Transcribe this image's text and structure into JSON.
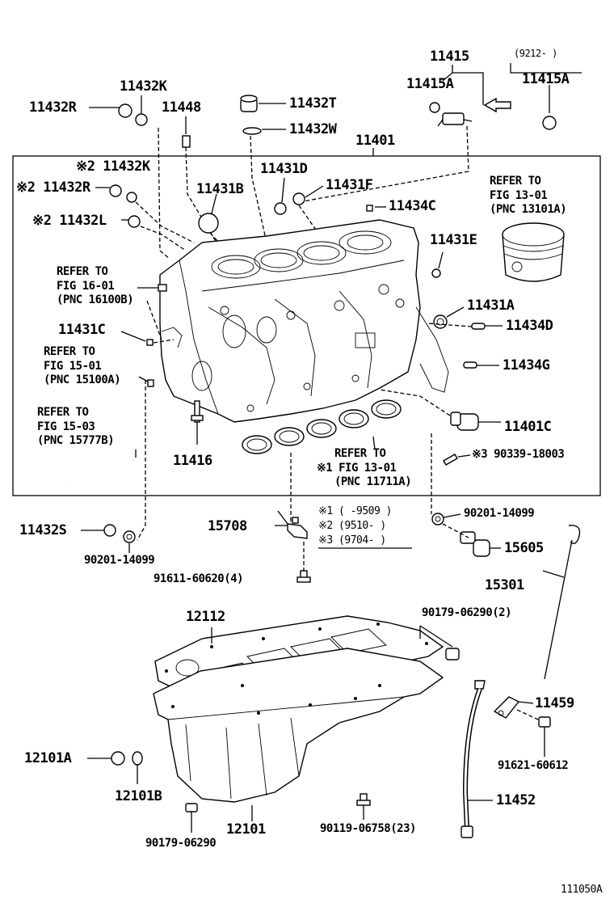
{
  "labels": {
    "p11415": "11415",
    "p9212": "(9212-     )",
    "p11415A_left": "11415A",
    "p11415A_right": "11415A",
    "p11432K": "11432K",
    "p11432R": "11432R",
    "p11448": "11448",
    "p11432T": "11432T",
    "p11432W": "11432W",
    "p11401": "11401",
    "p11432K_2": "※2 11432K",
    "p11432R_2": "※2 11432R",
    "p11432L_2": "※2 11432L",
    "p11431D": "11431D",
    "p11431B": "11431B",
    "p11431F": "11431F",
    "p11434C": "11434C",
    "p11431E": "11431E",
    "p11431A": "11431A",
    "p11434D": "11434D",
    "p11431C": "11431C",
    "p11434G": "11434G",
    "p11401C": "11401C",
    "p11416": "11416",
    "p90339": "※3 90339-18003",
    "p11432S": "11432S",
    "p15708": "15708",
    "p90201_left": "90201-14099",
    "p90201_right": "90201-14099",
    "p91611": "91611-60620(4)",
    "p15605": "15605",
    "p15301": "15301",
    "p12112": "12112",
    "p90179_2": "90179-06290(2)",
    "p11459": "11459",
    "p91621": "91621-60612",
    "p12101A": "12101A",
    "p12101B": "12101B",
    "p11452": "11452",
    "p90179": "90179-06290",
    "p12101": "12101",
    "p90119": "90119-06758(23)"
  },
  "refs": {
    "fig13_01_piston": [
      "REFER TO",
      "FIG 13-01",
      "(PNC 13101A)"
    ],
    "fig16_01": [
      "REFER TO",
      "FIG 16-01",
      "(PNC 16100B)"
    ],
    "fig15_01": [
      "REFER TO",
      "FIG 15-01",
      "(PNC 15100A)"
    ],
    "fig15_03": [
      "REFER TO",
      "FIG 15-03",
      "(PNC 15777B)"
    ],
    "fig13_01_bearing": [
      "REFER TO",
      "※1 FIG 13-01",
      "(PNC 11711A)"
    ]
  },
  "footnotes": [
    "※1 (      -9509 )",
    "※2 (9510-      )",
    "※3 (9704-      )"
  ],
  "figure_id": "111050A"
}
